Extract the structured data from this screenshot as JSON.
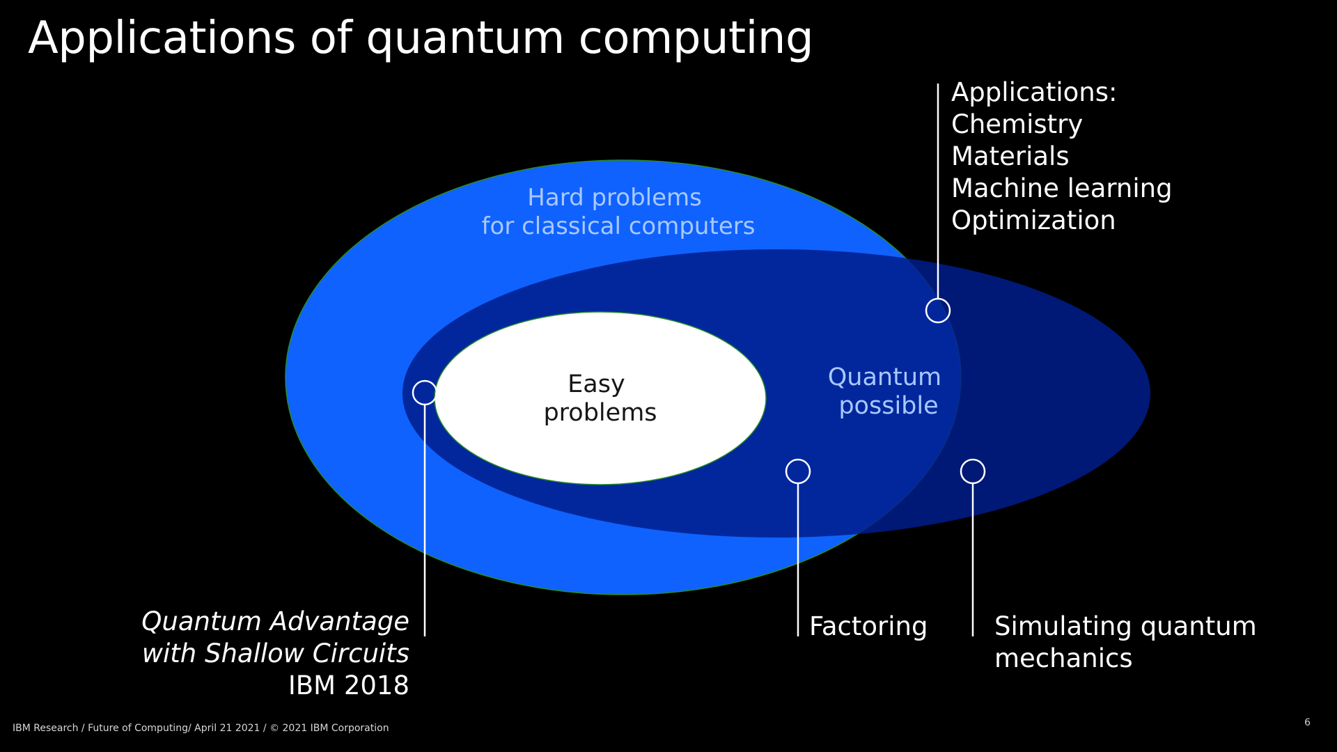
{
  "title": "Applications of quantum computing",
  "regions": {
    "hard": {
      "label_lines": [
        "Hard problems",
        "for classical computers"
      ],
      "color": "#0f62fe"
    },
    "quantum": {
      "label_lines": [
        "Quantum",
        "possible"
      ],
      "color": "#001d8c"
    },
    "easy": {
      "label_lines": [
        "Easy",
        "problems"
      ],
      "color": "#ffffff"
    }
  },
  "callouts": {
    "applications": {
      "heading": "Applications:",
      "items": [
        "Chemistry",
        "Materials",
        "Machine learning",
        "Optimization"
      ]
    },
    "quantum_advantage": {
      "line1": "Quantum Advantage",
      "line2": "with Shallow Circuits",
      "line3": "IBM 2018"
    },
    "factoring": {
      "label": "Factoring"
    },
    "simulating": {
      "line1": "Simulating quantum",
      "line2": "mechanics"
    }
  },
  "footer": "IBM Research / Future of Computing/ April 21 2021 / © 2021 IBM Corporation",
  "page_number": "6"
}
